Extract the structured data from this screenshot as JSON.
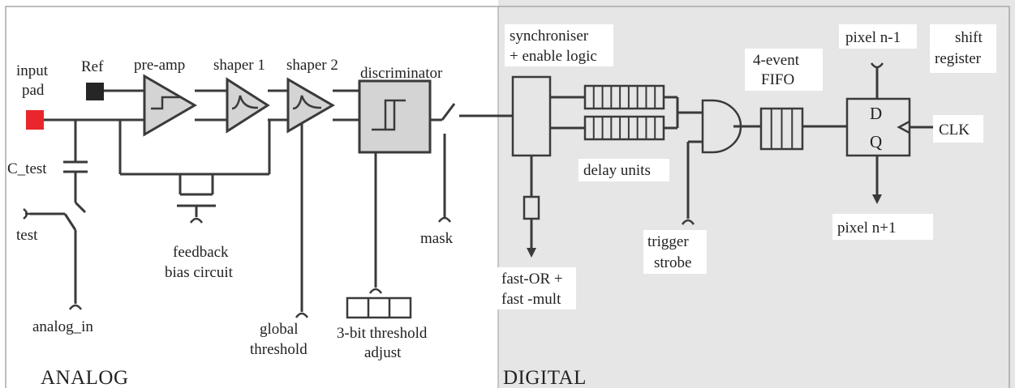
{
  "sections": {
    "analog": "ANALOG",
    "digital": "DIGITAL"
  },
  "colors": {
    "digital_bg": "#e6e6e6",
    "input_pad": "#e8262b",
    "ref_pad": "#262626",
    "block_fill": "#d4d4d4",
    "wire": "#3a3a3a"
  },
  "labels": {
    "input_pad": [
      "input",
      "pad"
    ],
    "ref": "Ref",
    "pre_amp": "pre-amp",
    "shaper1": "shaper 1",
    "shaper2": "shaper 2",
    "discriminator": "discriminator",
    "c_test": "C_test",
    "test": "test",
    "analog_in": "analog_in",
    "feedback": [
      "feedback",
      "bias circuit"
    ],
    "global_threshold": [
      "global",
      "threshold"
    ],
    "threshold_adjust": [
      "3-bit threshold",
      "adjust"
    ],
    "mask": "mask",
    "synchroniser": [
      "synchroniser",
      "+ enable logic"
    ],
    "delay_units": "delay units",
    "fast_or": [
      "fast-OR +",
      "fast -mult"
    ],
    "trigger": [
      "trigger",
      "strobe"
    ],
    "fifo": [
      "4-event",
      "FIFO"
    ],
    "pixel_prev": "pixel n-1",
    "pixel_next": "pixel n+1",
    "shift_register": [
      "shift",
      "register"
    ],
    "clk": "CLK",
    "ff_d": "D",
    "ff_q": "Q"
  }
}
